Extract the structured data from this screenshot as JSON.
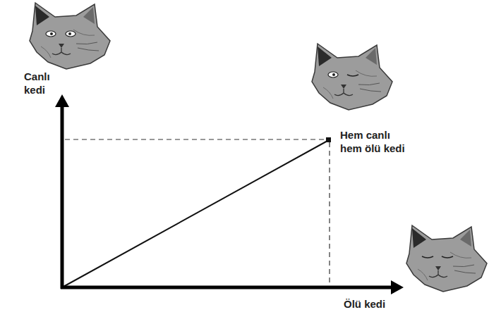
{
  "diagram": {
    "labels": [
      "Canlı kedi",
      "Hem canlı hem ölü kedi",
      "Ölü kedi"
    ]
  }
}
